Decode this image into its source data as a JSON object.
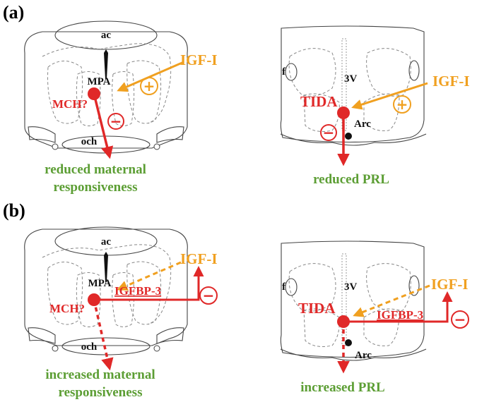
{
  "panels": [
    {
      "letter": "(a)",
      "left": {
        "ac": "ac",
        "och": "och",
        "mpa": "MPA",
        "mch": "MCH?",
        "igf": "IGF-I",
        "plus": "+",
        "minus": "−",
        "outcome_line1": "reduced maternal",
        "outcome_line2": "responsiveness"
      },
      "right": {
        "f": "f",
        "v3": "3V",
        "tida": "TIDA",
        "arc": "Arc",
        "igf": "IGF-I",
        "plus": "+",
        "minus": "−",
        "outcome": "reduced PRL"
      }
    },
    {
      "letter": "(b)",
      "left": {
        "ac": "ac",
        "och": "och",
        "mpa": "MPA",
        "mch": "MCH?",
        "igf": "IGF-I",
        "igfbp": "IGFBP-3",
        "minus": "−",
        "outcome_line1": "increased maternal",
        "outcome_line2": "responsiveness"
      },
      "right": {
        "f": "f",
        "v3": "3V",
        "tida": "TIDA",
        "arc": "Arc",
        "igf": "IGF-I",
        "igfbp": "IGFBP-3",
        "minus": "−",
        "outcome": "increased PRL"
      }
    }
  ],
  "colors": {
    "igf": "#f0a020",
    "inhibit": "#e02828",
    "outcome": "#5c9e34",
    "anatomy": "#444444"
  }
}
